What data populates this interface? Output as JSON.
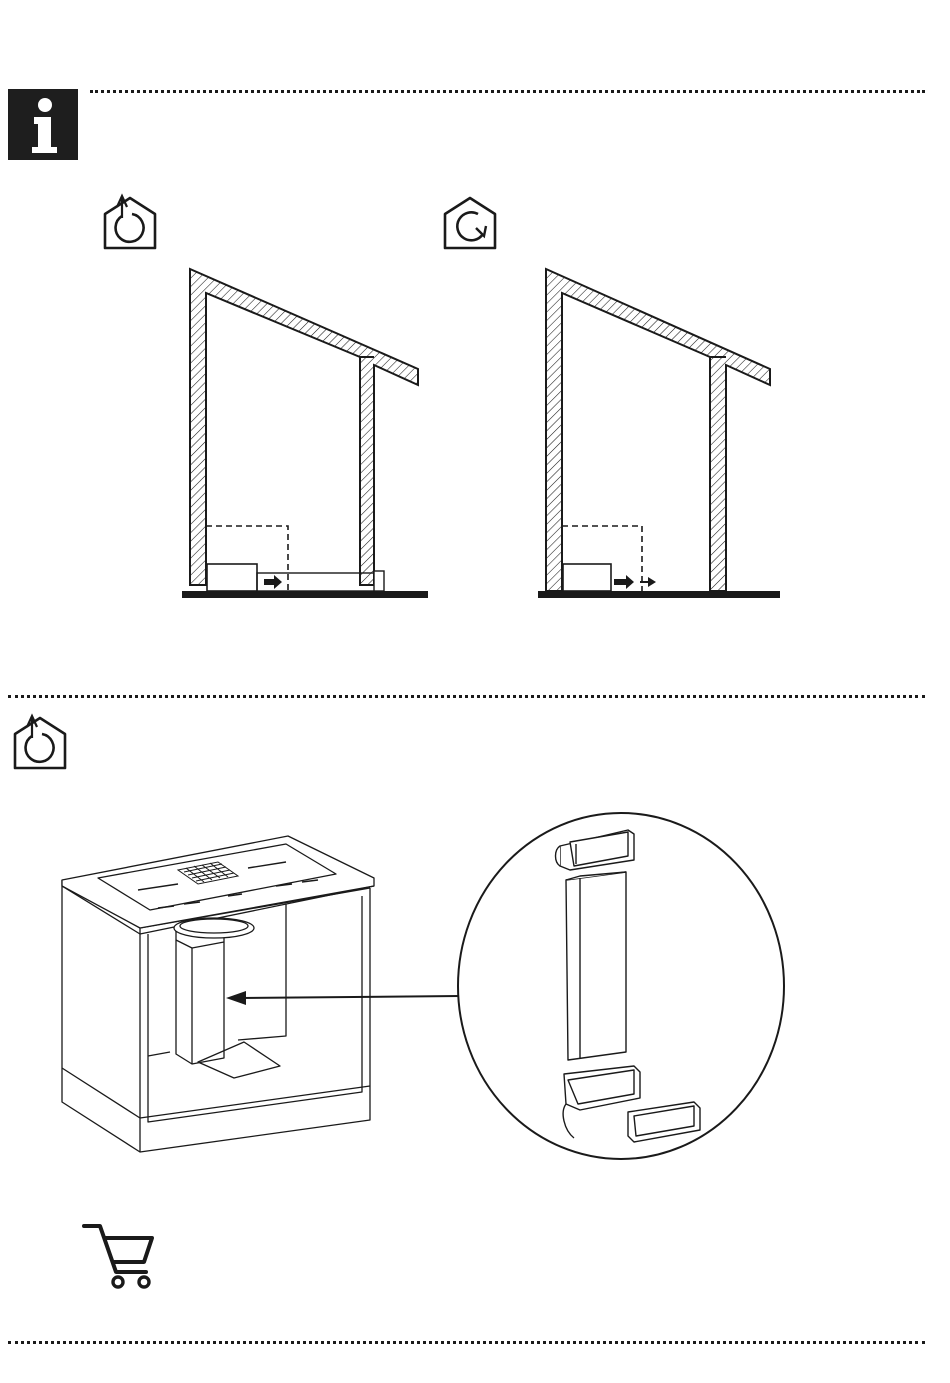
{
  "sections": {
    "info": {
      "icon": "info-icon"
    },
    "comparison": {
      "left_mode": {
        "icon": "house-exhaust-icon"
      },
      "right_mode": {
        "icon": "house-recirculation-icon"
      }
    },
    "installation": {
      "mode_icon": "house-exhaust-icon",
      "kit_parts": [
        "elbow-duct-top",
        "straight-duct",
        "elbow-duct-bottom",
        "duct-connector"
      ]
    },
    "accessories": {
      "icon": "shopping-cart-icon"
    }
  },
  "colors": {
    "ink": "#1a1a1a",
    "background": "#ffffff"
  }
}
